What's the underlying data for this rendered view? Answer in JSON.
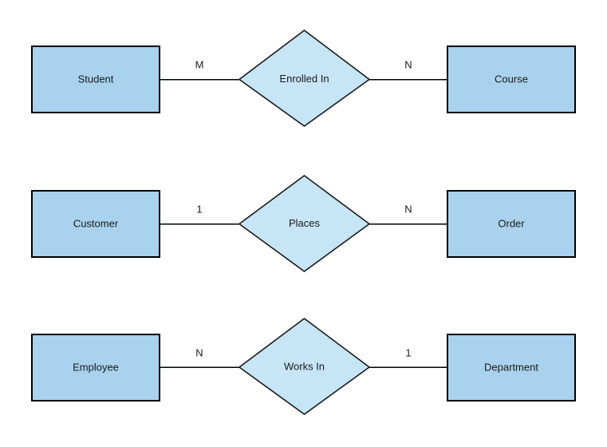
{
  "diagram": {
    "type": "entity-relationship-diagram",
    "background_color": "#ffffff",
    "entity_fill_color": "#a9d2ee",
    "relationship_fill_color": "#c6e5f7",
    "stroke_color": "#000000",
    "rows": [
      {
        "id": "row-enrolled-in",
        "left_entity": "Student",
        "left_cardinality": "M",
        "relationship": "Enrolled In",
        "right_cardinality": "N",
        "right_entity": "Course"
      },
      {
        "id": "row-places",
        "left_entity": "Customer",
        "left_cardinality": "1",
        "relationship": "Places",
        "right_cardinality": "N",
        "right_entity": "Order"
      },
      {
        "id": "row-works-in",
        "left_entity": "Employee",
        "left_cardinality": "N",
        "relationship": "Works In",
        "right_cardinality": "1",
        "right_entity": "Department"
      }
    ]
  }
}
